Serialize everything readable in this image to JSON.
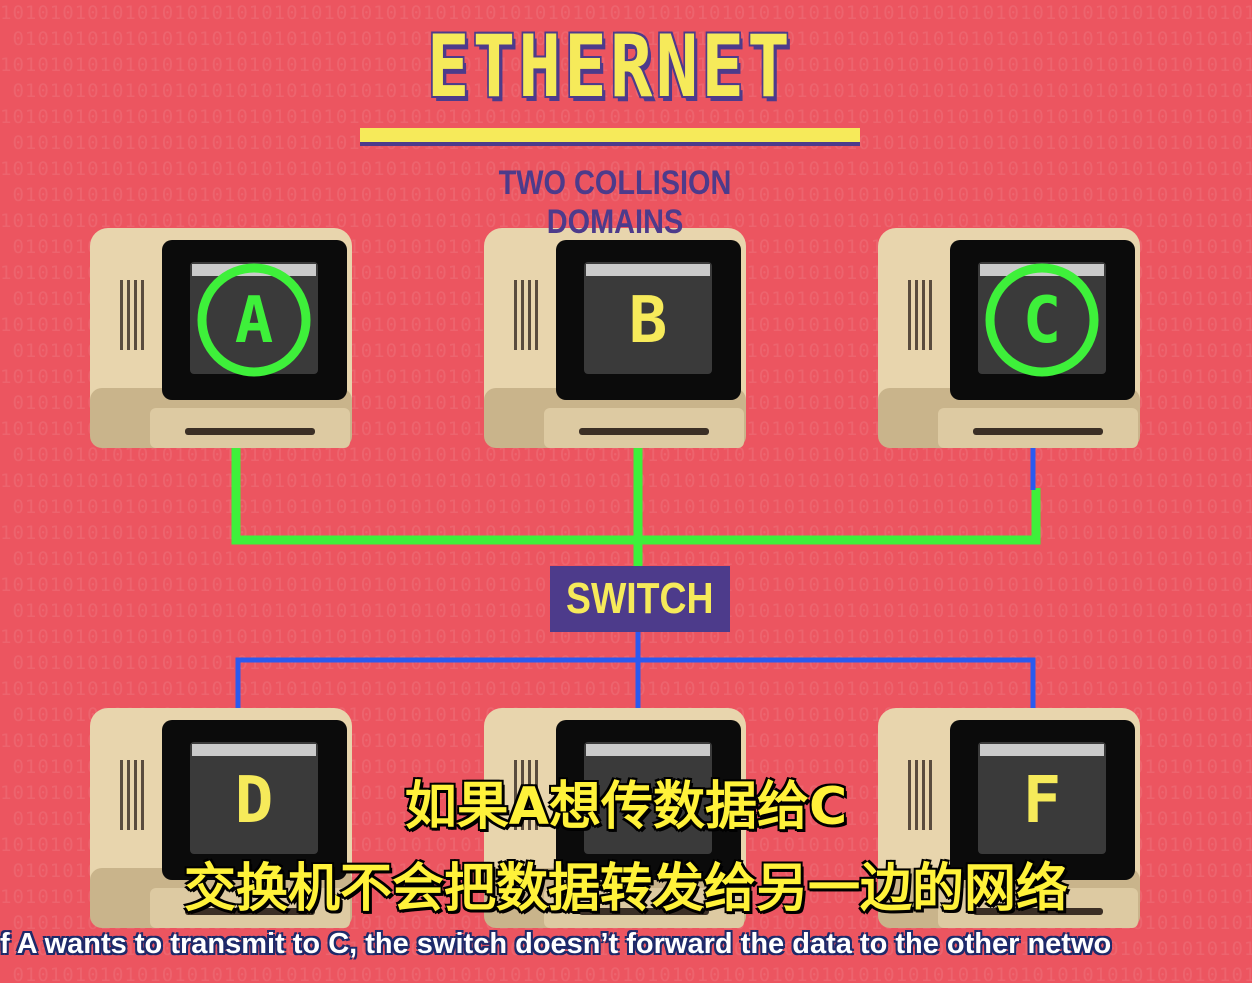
{
  "title": "ETHERNET",
  "subtitle": "TWO COLLISION DOMAINS",
  "switch_label": "SWITCH",
  "computers": [
    {
      "label": "A",
      "highlighted": true
    },
    {
      "label": "B",
      "highlighted": false
    },
    {
      "label": "C",
      "highlighted": true
    },
    {
      "label": "D",
      "highlighted": false
    },
    {
      "label": "",
      "highlighted": false
    },
    {
      "label": "F",
      "highlighted": false
    }
  ],
  "subtitles": {
    "cn_line1": "如果A想传数据给C",
    "cn_line2": "交换机不会把数据转发给另一边的网络",
    "en_line": "If A wants to transmit to C, the switch doesn’t forward the data to the other netwo"
  },
  "colors": {
    "background": "#ec5560",
    "active_link": "#3ef03a",
    "idle_link": "#2a5af0",
    "title": "#f6ea5a",
    "accent": "#4d3b8b",
    "screen_letter": "#f6ea5a",
    "highlight_ring": "#3ef03a"
  }
}
